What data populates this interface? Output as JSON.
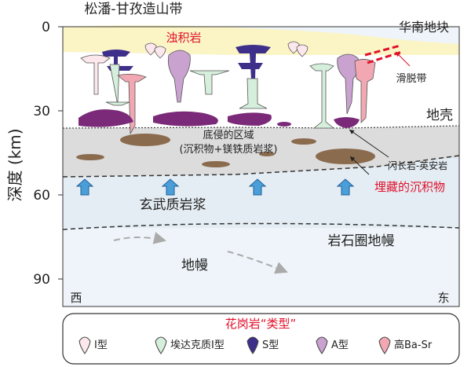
{
  "title_top": "松潘-甘孜造山带",
  "region_right": "华南地块",
  "axis": {
    "ylabel": "深度 (km)",
    "ticks": [
      "0",
      "30",
      "60",
      "90"
    ]
  },
  "labels": {
    "turbidite": "浊积岩",
    "detachment": "滑脱带",
    "crust": "地壳",
    "underplated_zone_line1": "底侵的区域",
    "underplated_zone_line2": "(沉积物+镁铁质岩浆)",
    "diorite": "闪长岩-英安岩",
    "buried_sediment": "埋藏的沉积物",
    "basaltic_magma": "玄武质岩浆",
    "lithospheric_mantle": "岩石圈地幔",
    "mantle": "地幔",
    "west": "西",
    "east": "东"
  },
  "legend": {
    "title": "花岗岩“类型”",
    "items": [
      {
        "label": "I型",
        "color": "#fbe7ec",
        "icon": "balloon-pin-icon"
      },
      {
        "label": "埃达克质I型",
        "color": "#d6efdc",
        "icon": "balloon-pin-icon"
      },
      {
        "label": "S型",
        "color": "#3d2f8a",
        "icon": "balloon-pin-icon"
      },
      {
        "label": "A型",
        "color": "#c9a2cf",
        "icon": "balloon-pin-icon"
      },
      {
        "label": "高Ba-Sr",
        "color": "#f2a8b2",
        "icon": "balloon-pin-icon"
      }
    ]
  },
  "colors": {
    "sediment_layer": "#fbf5c6",
    "crust": "#ffffff",
    "underplated": "#dcdcdc",
    "lower_lithosphere": "#e4edf4",
    "mantle": "#eef4f9",
    "sediment_blobs": "#8b6b4e",
    "s_type": "#3d2f8a",
    "a_type": "#c9a2cf",
    "i_type": "#fbe7ec",
    "adakitic": "#d6efdc",
    "high_ba_sr": "#f2a8b2",
    "intrusion": "#7a2a78",
    "arrows": "#4a9fd8",
    "red_label": "#e0102a"
  }
}
